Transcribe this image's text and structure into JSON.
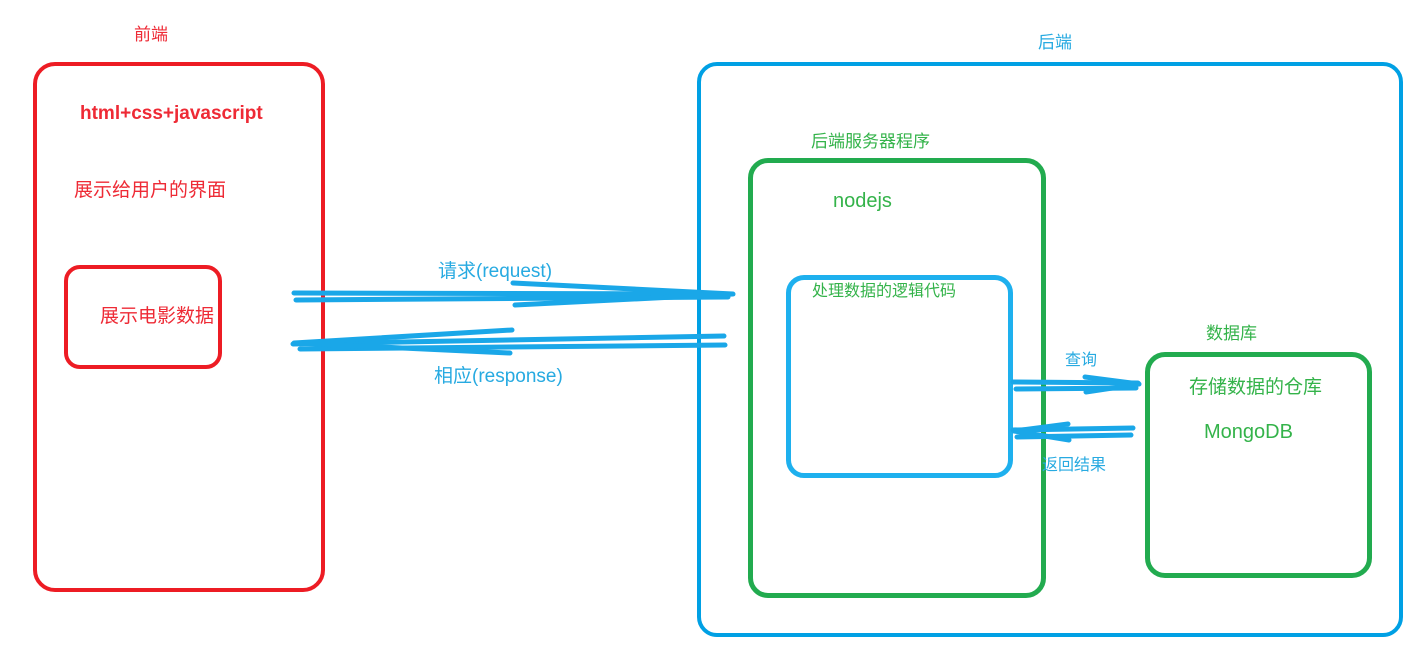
{
  "diagram": {
    "title_frontend": "前端",
    "title_backend": "后端",
    "frontend": {
      "tech_label": "html+css+javascript",
      "ui_label": "展示给用户的界面",
      "inner_box_label": "展示电影数据"
    },
    "backend": {
      "server_title": "后端服务器程序",
      "server_label": "nodejs",
      "logic_box_label": "处理数据的逻辑代码"
    },
    "database": {
      "title": "数据库",
      "store_label": "存储数据的仓库",
      "engine_label": "MongoDB"
    },
    "arrows": {
      "request": "请求(request)",
      "response": "相应(response)",
      "query": "查询",
      "result": "返回结果"
    },
    "colors": {
      "red": "#ed1c24",
      "blue": "#00a0e4",
      "green": "#22ab4f",
      "label_blue": "#27aae1",
      "label_green": "#34b34a",
      "label_red": "#ee2a35"
    }
  }
}
